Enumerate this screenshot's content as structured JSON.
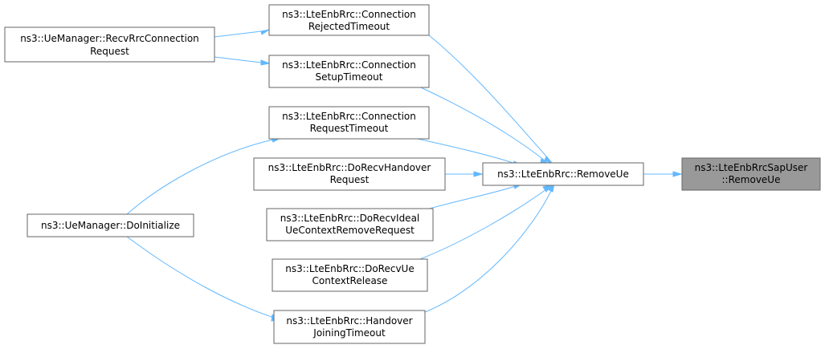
{
  "colors": {
    "edge": "#63b8ff",
    "node_border": "#666666",
    "focus_fill": "#999999",
    "node_fill": "#ffffff"
  },
  "nodes": {
    "recv_rrc_conn_request": {
      "lines": [
        "ns3::UeManager::RecvRrcConnection",
        "Request"
      ]
    },
    "do_initialize": {
      "lines": [
        "ns3::UeManager::DoInitialize"
      ]
    },
    "conn_rejected_timeout": {
      "lines": [
        "ns3::LteEnbRrc::Connection",
        "RejectedTimeout"
      ]
    },
    "conn_setup_timeout": {
      "lines": [
        "ns3::LteEnbRrc::Connection",
        "SetupTimeout"
      ]
    },
    "conn_request_timeout": {
      "lines": [
        "ns3::LteEnbRrc::Connection",
        "RequestTimeout"
      ]
    },
    "do_recv_handover_request": {
      "lines": [
        "ns3::LteEnbRrc::DoRecvHandover",
        "Request"
      ]
    },
    "do_recv_ideal_ue_ctx_remove": {
      "lines": [
        "ns3::LteEnbRrc::DoRecvIdeal",
        "UeContextRemoveRequest"
      ]
    },
    "do_recv_ue_ctx_release": {
      "lines": [
        "ns3::LteEnbRrc::DoRecvUe",
        "ContextRelease"
      ]
    },
    "handover_joining_timeout": {
      "lines": [
        "ns3::LteEnbRrc::Handover",
        "JoiningTimeout"
      ]
    },
    "remove_ue": {
      "lines": [
        "ns3::LteEnbRrc::RemoveUe"
      ]
    },
    "sap_user_remove_ue": {
      "lines": [
        "ns3::LteEnbRrcSapUser",
        "::RemoveUe"
      ]
    }
  },
  "edges": [
    {
      "from": "recv_rrc_conn_request",
      "to": "conn_rejected_timeout"
    },
    {
      "from": "recv_rrc_conn_request",
      "to": "conn_setup_timeout"
    },
    {
      "from": "do_initialize",
      "to": "conn_request_timeout"
    },
    {
      "from": "do_initialize",
      "to": "handover_joining_timeout"
    },
    {
      "from": "conn_rejected_timeout",
      "to": "remove_ue"
    },
    {
      "from": "conn_setup_timeout",
      "to": "remove_ue"
    },
    {
      "from": "conn_request_timeout",
      "to": "remove_ue"
    },
    {
      "from": "do_recv_handover_request",
      "to": "remove_ue"
    },
    {
      "from": "do_recv_ideal_ue_ctx_remove",
      "to": "remove_ue"
    },
    {
      "from": "do_recv_ue_ctx_release",
      "to": "remove_ue"
    },
    {
      "from": "handover_joining_timeout",
      "to": "remove_ue"
    },
    {
      "from": "remove_ue",
      "to": "sap_user_remove_ue"
    }
  ]
}
